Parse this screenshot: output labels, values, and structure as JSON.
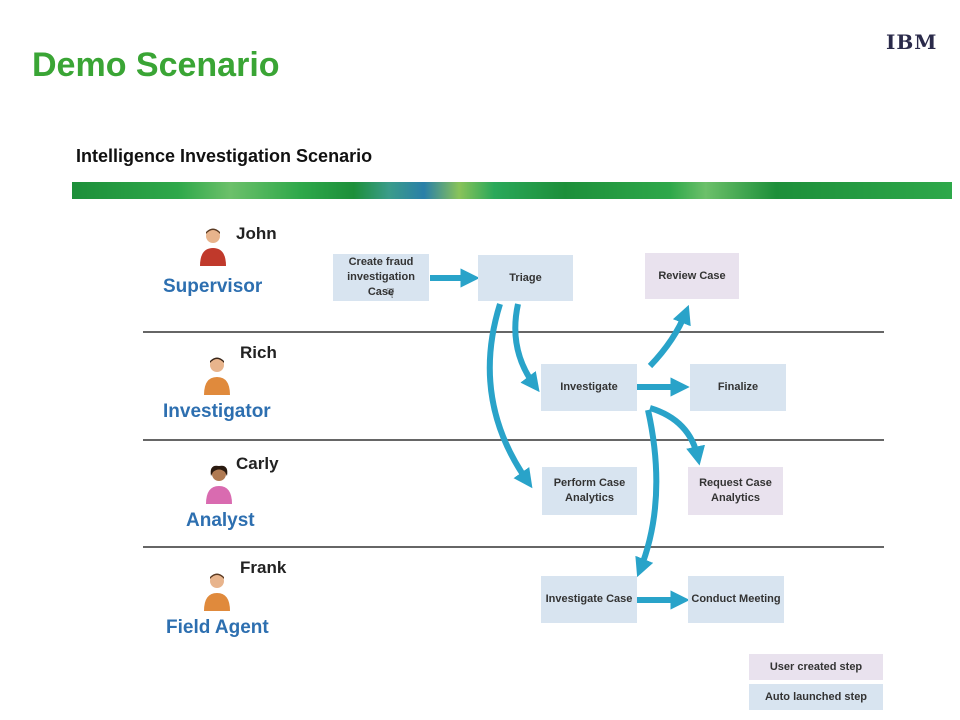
{
  "slide": {
    "title": "Demo Scenario",
    "logo": "IBM",
    "subtitle": "Intelligence Investigation Scenario"
  },
  "lanes": [
    {
      "name": "John",
      "role": "Supervisor",
      "avatar_color": "#c0392b"
    },
    {
      "name": "Rich",
      "role": "Investigator",
      "avatar_color": "#e08a3c"
    },
    {
      "name": "Carly",
      "role": "Analyst",
      "avatar_color": "#d96bb0"
    },
    {
      "name": "Frank",
      "role": "Field Agent",
      "avatar_color": "#e08a3c"
    }
  ],
  "steps": {
    "create_case": "Create fraud investigation Case",
    "triage": "Triage",
    "review_case": "Review Case",
    "investigate": "Investigate",
    "finalize": "Finalize",
    "perform_case_analytics": "Perform Case Analytics",
    "request_case_analytics": "Request Case Analytics",
    "investigate_case": "Investigate Case",
    "conduct_meeting": "Conduct Meeting"
  },
  "legend": {
    "user_created": "User created step",
    "auto_launched": "Auto launched step"
  },
  "colors": {
    "title_green": "#3aa535",
    "role_blue": "#2d6fb0",
    "auto_step": "#d8e4f0",
    "user_step": "#e9e2ee",
    "arrow": "#29a3c9"
  }
}
